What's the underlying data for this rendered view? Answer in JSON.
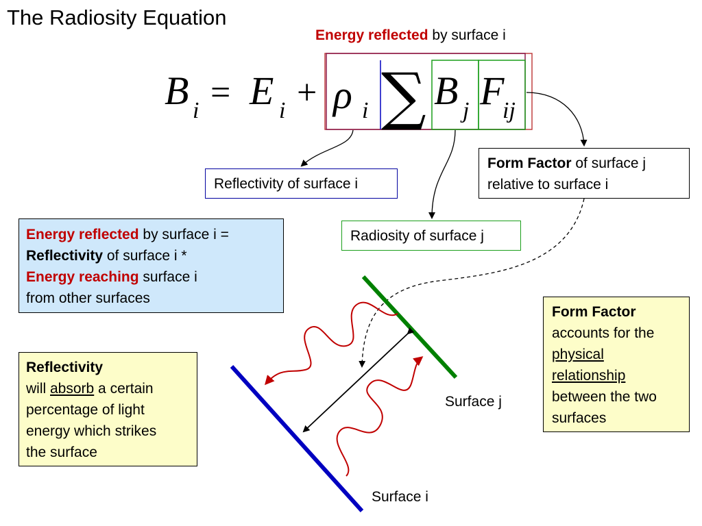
{
  "title": "The Radiosity Equation",
  "top_caption": {
    "emph": "Energy reflected",
    "rest": " by surface i"
  },
  "equation": {
    "B": "B",
    "i": "i",
    "eq": "=",
    "E": "E",
    "plus": "+",
    "rho": "ρ",
    "sigma": "∑",
    "j": "j",
    "F": "F",
    "ij": "ij"
  },
  "labels": {
    "reflectivity": "Reflectivity of surface i",
    "radiosity": "Radiosity of surface j",
    "form_factor_bold": "Form Factor",
    "form_factor_rest": " of surface j",
    "form_factor_line2": "relative to surface i"
  },
  "note_energy": {
    "l1_emph": "Energy reflected",
    "l1_rest": " by surface i =",
    "l2_bold": "Reflectivity",
    "l2_rest": " of surface i *",
    "l3_emph": "Energy reaching",
    "l3_rest": " surface i",
    "l4": "from other surfaces"
  },
  "note_reflectivity": {
    "heading": "Reflectivity",
    "l2_pre": "will ",
    "l2_u": "absorb",
    "l2_post": " a certain",
    "l3": "percentage of light",
    "l4": "energy which strikes",
    "l5": "the surface"
  },
  "note_form_factor": {
    "heading": "Form Factor",
    "l2": "accounts for the",
    "l3": "physical",
    "l4": "relationship",
    "l5": "between the two",
    "l6": "surfaces"
  },
  "surface_j": "Surface j",
  "surface_i": "Surface i",
  "colors": {
    "red": "#c00000",
    "blue": "#0000c0",
    "green": "#008000",
    "maroon": "#8b1a4a",
    "note_blue": "#cfe8fb",
    "note_yellow": "#fdfdc9"
  }
}
